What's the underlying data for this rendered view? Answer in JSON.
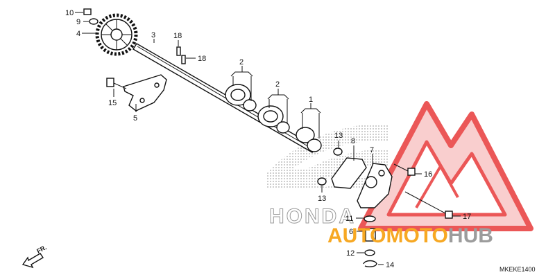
{
  "diagram": {
    "callouts": {
      "p1": "1",
      "p2a": "2",
      "p2b": "2",
      "p3": "3",
      "p4": "4",
      "p5": "5",
      "p6": "6",
      "p7": "7",
      "p8": "8",
      "p9": "9",
      "p10": "10",
      "p11": "11",
      "p12": "12",
      "p13a": "13",
      "p13b": "13",
      "p14": "14",
      "p15": "15",
      "p16": "16",
      "p17": "17",
      "p18a": "18",
      "p18b": "18"
    },
    "diagram_code": "MKEKE1400",
    "direction_label": "FR."
  },
  "watermark": {
    "brand_part1": "AUTO",
    "brand_part2": "MOTO",
    "brand_part3": "HUB",
    "background_brand": "HONDA",
    "colors": {
      "orange": "#f7a823",
      "gray": "#9c9c9c",
      "red": "#e83a3a",
      "pink": "#f6b3b3"
    }
  }
}
